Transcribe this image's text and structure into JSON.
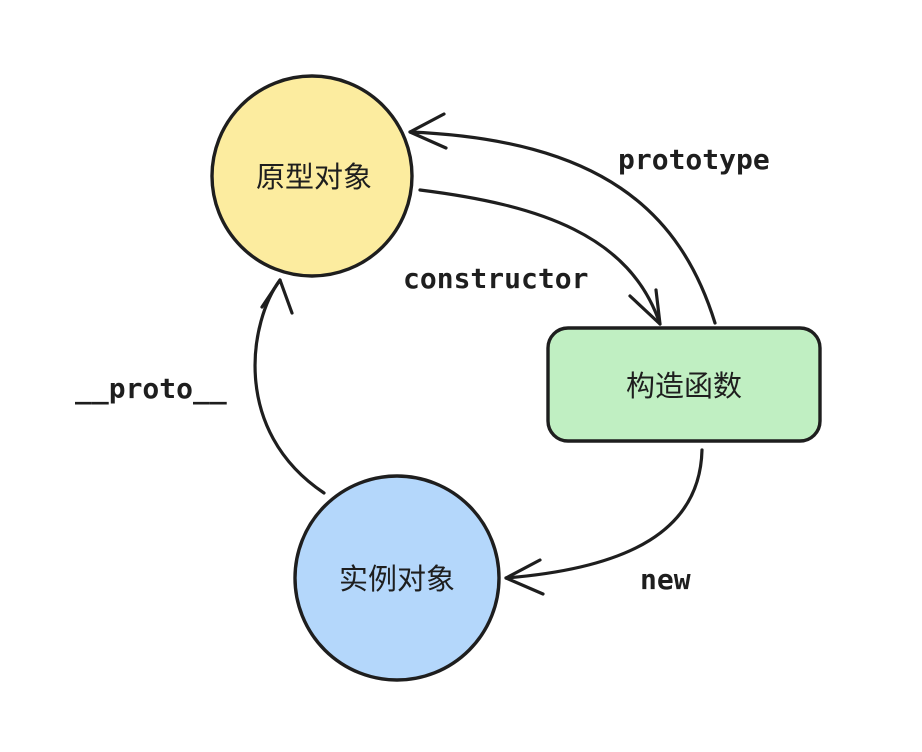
{
  "nodes": {
    "prototype_object": {
      "label": "原型对象",
      "fill": "#fcec9f"
    },
    "constructor_function": {
      "label": "构造函数",
      "fill": "#c0efc2"
    },
    "instance_object": {
      "label": "实例对象",
      "fill": "#b4d7fb"
    }
  },
  "edges": {
    "prototype": {
      "label": "prototype"
    },
    "constructor": {
      "label": "constructor"
    },
    "new": {
      "label": "new"
    },
    "proto": {
      "label": "__proto__"
    }
  },
  "colors": {
    "stroke": "#1e1e1e",
    "background": "#ffffff"
  }
}
